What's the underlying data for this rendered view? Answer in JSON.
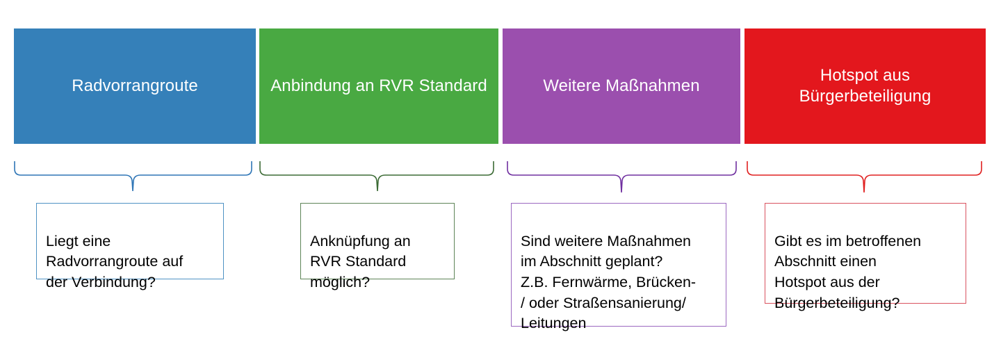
{
  "diagram": {
    "title": "Pruefkriterien Radverkehr Abschnittsbewertung",
    "type": "four-column-criteria-flow",
    "columns": [
      {
        "id": "radvorrangroute",
        "banner_label": "Radvorrangroute",
        "banner_color": "#3580b9",
        "brace_color": "#2e75b6",
        "box_border_color": "#4f92c4",
        "question": "Liegt eine\nRadvorrangroute auf\nder Verbindung?"
      },
      {
        "id": "anbindung-rvr-standard",
        "banner_label": "Anbindung an RVR Standard",
        "banner_color": "#49a942",
        "brace_color": "#3c6b35",
        "box_border_color": "#5d8457",
        "question": "Anknüpfung an\nRVR Standard\nmöglich?"
      },
      {
        "id": "weitere-massnahmen",
        "banner_label": "Weitere Maßnahmen",
        "banner_color": "#9b4fae",
        "brace_color": "#7030a0",
        "box_border_color": "#9b68c0",
        "question": "Sind weitere Maßnahmen\nim Abschnitt geplant?\nZ.B. Fernwärme, Brücken-\n/ oder Straßensanierung/\nLeitungen"
      },
      {
        "id": "hotspot-buergerbeteiligung",
        "banner_label": "Hotspot aus\nBürgerbeteiligung",
        "banner_color": "#e3171d",
        "brace_color": "#e02020",
        "box_border_color": "#d9525f",
        "question": "Gibt es im betroffenen\nAbschnitt einen\nHotspot aus der\nBürgerbeteiligung?"
      }
    ]
  }
}
